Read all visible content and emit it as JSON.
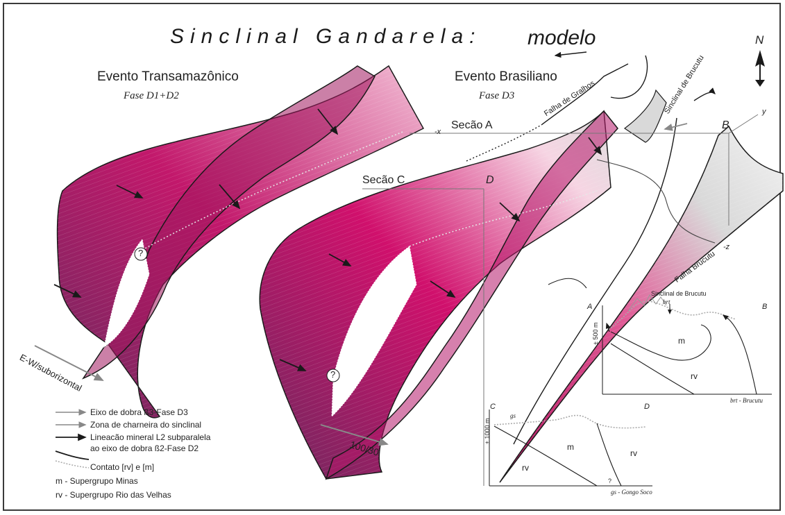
{
  "title": "Sinclinal Gandarela:",
  "title_suffix": "modelo",
  "north": "N",
  "event_left": {
    "name": "Evento Transamazônico",
    "phase": "Fase D1+D2"
  },
  "event_right": {
    "name": "Evento Brasiliano",
    "phase": "Fase D3"
  },
  "labels": {
    "secao_a": "Secão A",
    "secao_c": "Secão C",
    "d_top": "D",
    "b_top": "B",
    "minus_x": "-x",
    "y": "y",
    "minus_z": "-z",
    "falha_gralhos": "Falha de Gralhos",
    "sinclinal_brucutu": "Sinclinal de Brucutu",
    "falha_brucutu": "Falha Brucutu",
    "ew_axis": "E-W/suborizontal",
    "axis_value": "100/30",
    "question": "?"
  },
  "section_ab": {
    "left": "A",
    "right": "B",
    "heading": "Sinclinal de Brucutu",
    "brt": "brt",
    "scale": "± 500 m",
    "m": "m",
    "rv": "rv",
    "caption": "brt - Brucutu"
  },
  "section_cd": {
    "left": "C",
    "right": "D",
    "gs": "gs",
    "scale": "± 1000 m",
    "m": "m",
    "rv_left": "rv",
    "rv_right": "rv",
    "question": "?",
    "caption": "gs - Gongo Soco"
  },
  "legend": [
    {
      "symbol": "axis-b3",
      "label": "Eixo de dobra ß3-Fase D3"
    },
    {
      "symbol": "hinge",
      "label": "Zona de charneira do sinclinal"
    },
    {
      "symbol": "lineation",
      "label": "Lineacão mineral L2 subparalela"
    },
    {
      "symbol": "lineation-cont",
      "label": "ao eixo de dobra ß2-Fase D2"
    },
    {
      "symbol": "contact",
      "label": "Contato  [rv] e [m]"
    },
    {
      "symbol": "m",
      "label": "m - Supergrupo Minas"
    },
    {
      "symbol": "rv",
      "label": "rv - Supergrupo Rio das Velhas"
    }
  ],
  "colors": {
    "magenta": "#c2186b",
    "purple": "#6e2a5e",
    "pink": "#e9a3c4",
    "gray": "#bdbdbd"
  }
}
